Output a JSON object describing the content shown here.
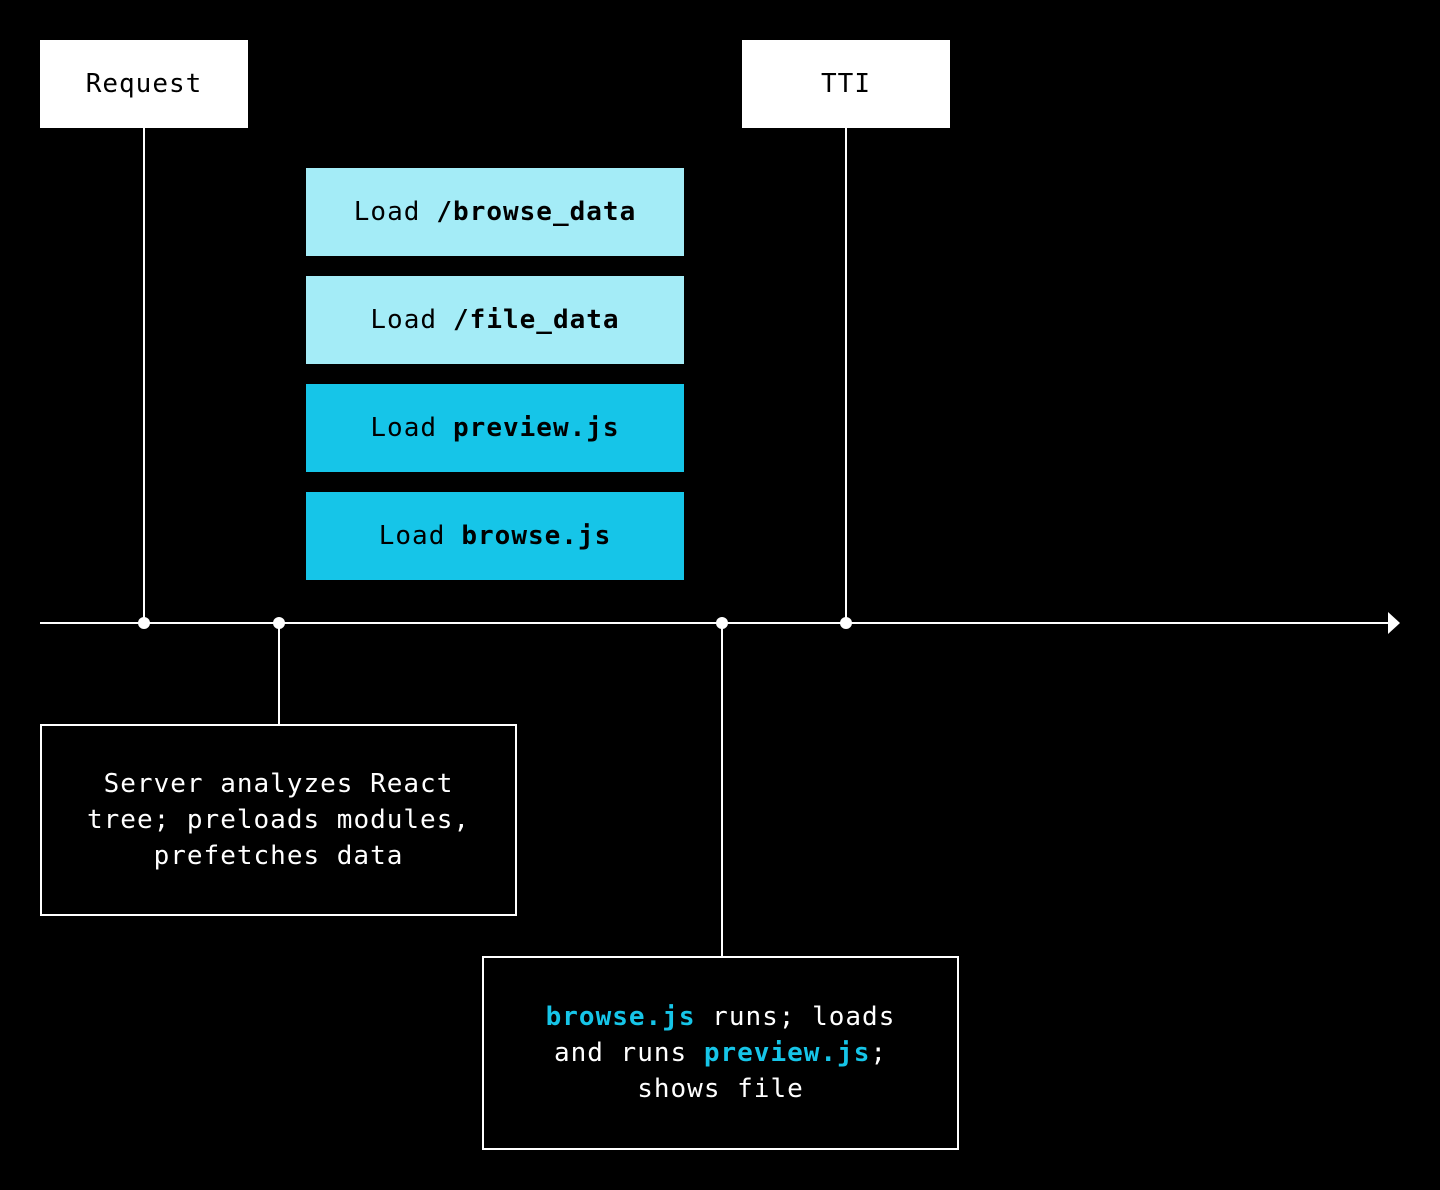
{
  "colors": {
    "background": "#000000",
    "foreground": "#ffffff",
    "data_load": "#a4ecf7",
    "script_load": "#16c5e8",
    "highlight": "#16c5e8"
  },
  "markers": {
    "request": "Request",
    "tti": "TTI"
  },
  "loads": [
    {
      "verb": "Load",
      "file": "/browse_data",
      "kind": "data"
    },
    {
      "verb": "Load",
      "file": "/file_data",
      "kind": "data"
    },
    {
      "verb": "Load",
      "file": "preview.js",
      "kind": "script"
    },
    {
      "verb": "Load",
      "file": "browse.js",
      "kind": "script"
    }
  ],
  "notes": {
    "server": {
      "line1": "Server analyzes React",
      "line2": "tree; preloads modules,",
      "line3": "prefetches data"
    },
    "client": {
      "file1": "browse.js",
      "text1": " runs; loads",
      "text2": "and runs ",
      "file2": "preview.js",
      "text3": ";",
      "text4": "shows file"
    }
  },
  "timeline_icon": "arrow-right-icon"
}
